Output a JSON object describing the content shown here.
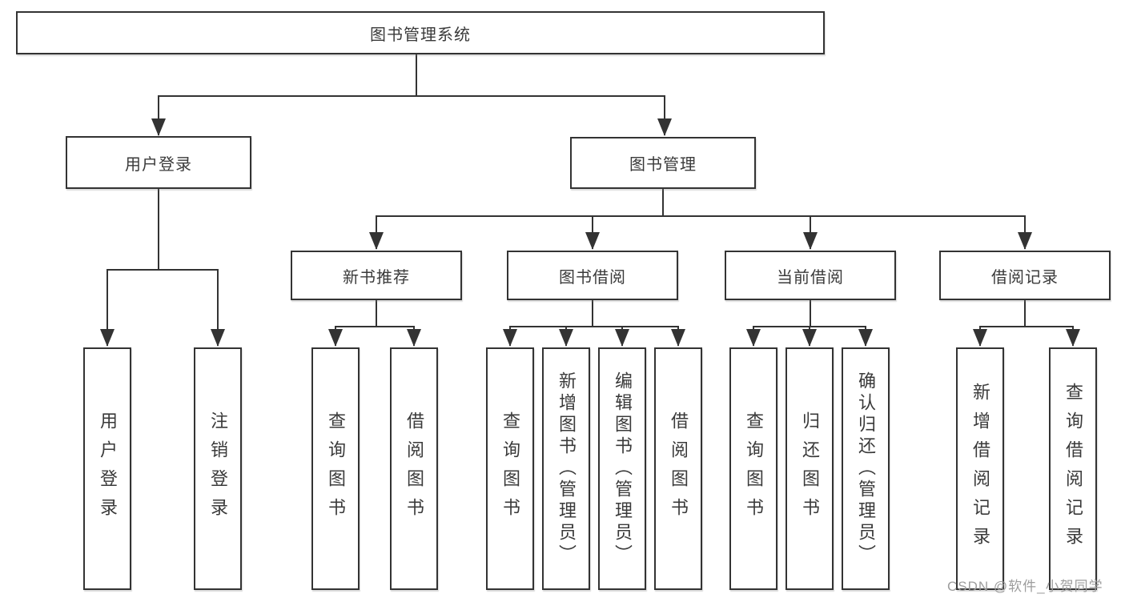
{
  "tree": {
    "root": {
      "label": "图书管理系统",
      "children": [
        {
          "label": "用户登录",
          "children": [
            {
              "label": "用户登录"
            },
            {
              "label": "注销登录"
            }
          ]
        },
        {
          "label": "图书管理",
          "children": [
            {
              "label": "新书推荐",
              "children": [
                {
                  "label": "查询图书"
                },
                {
                  "label": "借阅图书"
                }
              ]
            },
            {
              "label": "图书借阅",
              "children": [
                {
                  "label": "查询图书"
                },
                {
                  "label": "新增图书（管理员）"
                },
                {
                  "label": "编辑图书（管理员）"
                },
                {
                  "label": "借阅图书"
                }
              ]
            },
            {
              "label": "当前借阅",
              "children": [
                {
                  "label": "查询图书"
                },
                {
                  "label": "归还图书"
                },
                {
                  "label": "确认归还（管理员）"
                }
              ]
            },
            {
              "label": "借阅记录",
              "children": [
                {
                  "label": "新增借阅记录"
                },
                {
                  "label": "查询借阅记录"
                }
              ]
            }
          ]
        }
      ]
    }
  },
  "watermark": {
    "text": "CSDN @软件_小贺同学"
  },
  "colors": {
    "line": "#333333",
    "box_border": "#333333",
    "text": "#3a3a3a",
    "watermark": "#9d9d9d",
    "background": "#ffffff"
  }
}
